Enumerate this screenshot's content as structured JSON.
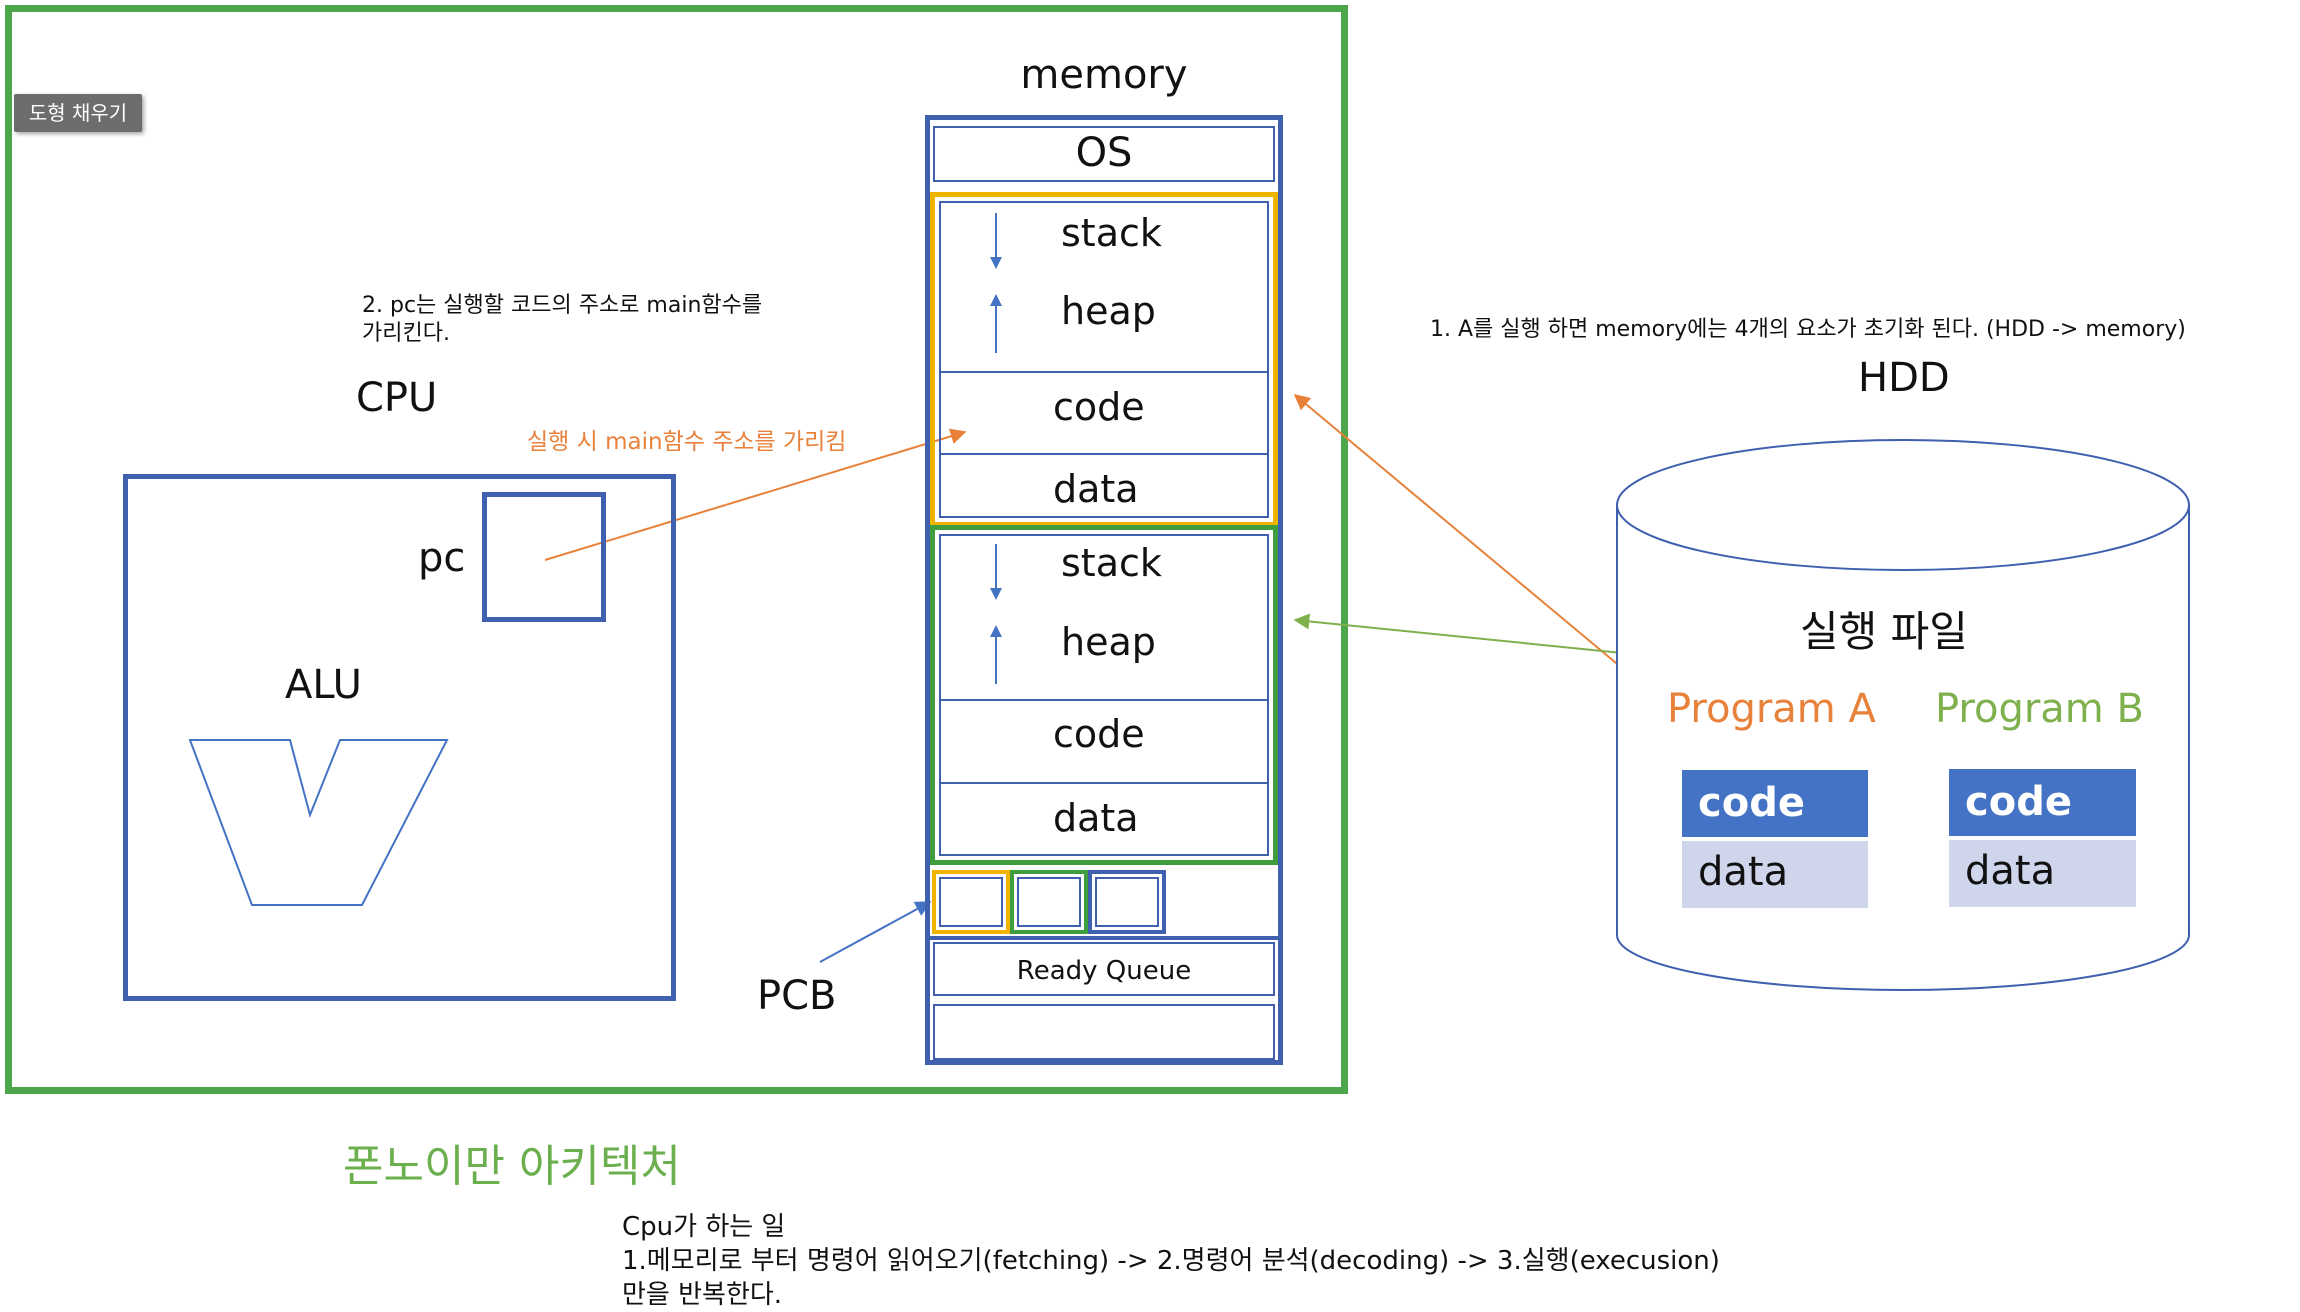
{
  "toolbar": {
    "fill_shape_button": "도형 채우기"
  },
  "memory": {
    "title": "memory",
    "os_label": "OS",
    "process_a": {
      "stack": "stack",
      "heap": "heap",
      "code": "code",
      "data": "data"
    },
    "process_b": {
      "stack": "stack",
      "heap": "heap",
      "code": "code",
      "data": "data"
    },
    "ready_queue": "Ready Queue"
  },
  "cpu": {
    "title": "CPU",
    "pc": "pc",
    "alu": "ALU"
  },
  "pcb_label": "PCB",
  "notes": {
    "pc_note_line1": "2. pc는 실행할 코드의 주소로 main함수를",
    "pc_note_line2": "가리킨다.",
    "arrow_note": "실행 시 main함수 주소를 가리킴",
    "hdd_note": "1. A를 실행 하면 memory에는 4개의 요소가 초기화 된다. (HDD -> memory)"
  },
  "hdd": {
    "title": "HDD",
    "exec_file": "실행 파일",
    "program_a": {
      "name": "Program A",
      "code": "code",
      "data": "data"
    },
    "program_b": {
      "name": "Program B",
      "code": "code",
      "data": "data"
    }
  },
  "architecture_title": "폰노이만 아키텍처",
  "cpu_work": {
    "line1": "Cpu가 하는 일",
    "line2": "1.메모리로 부터 명령어 읽어오기(fetching) -> 2.명령어 분석(decoding) -> 3.실행(execusion)",
    "line3": "만을 반복한다."
  },
  "colors": {
    "frame_green": "#4EA64C",
    "box_blue": "#3F5FAF",
    "proc_a_yellow": "#F0B400",
    "proc_b_green": "#3E9E3E",
    "orange": "#E8813A",
    "program_b_green": "#7FB04E",
    "code_fill": "#4472C4",
    "data_fill": "#CFD5EA"
  },
  "icons": {
    "arrow_down": "arrow-down-icon",
    "arrow_up": "arrow-up-icon"
  }
}
